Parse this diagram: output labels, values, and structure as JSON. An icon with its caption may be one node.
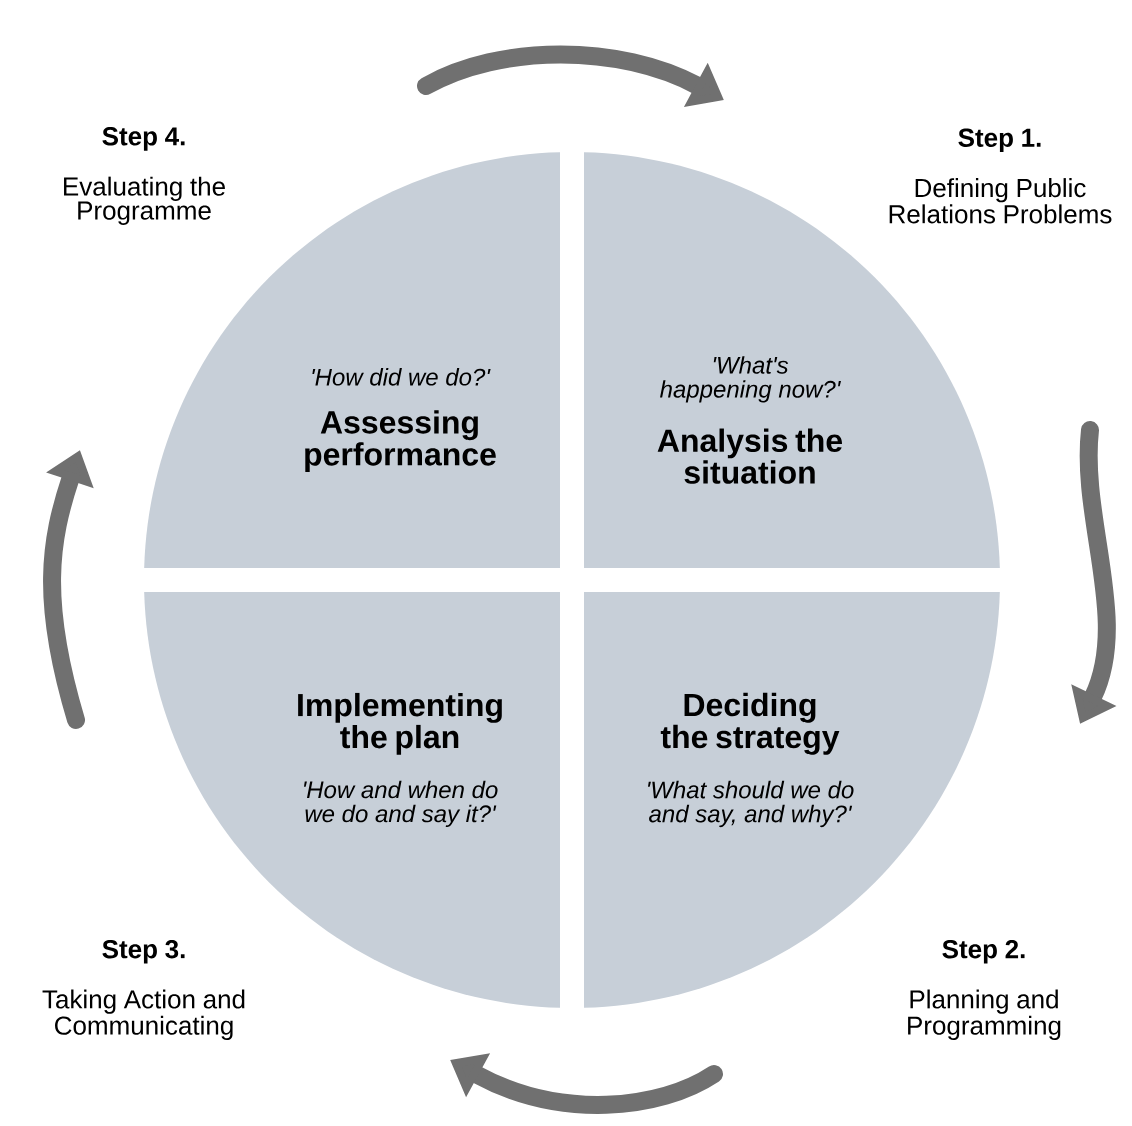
{
  "diagram": {
    "nodes": [
      {
        "text": [
          "Step 4.",
          "Evaluating the Programme"
        ]
      },
      {
        "text": [
          "Step 1.",
          "Defining Public Relations Problems"
        ]
      },
      {
        "text": [
          "'How did we do?'",
          "Assessing performance"
        ]
      },
      {
        "text": [
          "'What's happening now?'",
          "Analysis the situation"
        ]
      },
      {
        "text": [
          "Implementing the plan",
          "'How and when do we do and say it?'"
        ]
      },
      {
        "text": [
          "Deciding the strategy",
          "'What should we do and say, and why?'"
        ]
      },
      {
        "text": [
          "Step 3.",
          "Taking Action and Communicating"
        ]
      },
      {
        "text": [
          "Step 2.",
          "Planning and Programming"
        ]
      }
    ]
  }
}
